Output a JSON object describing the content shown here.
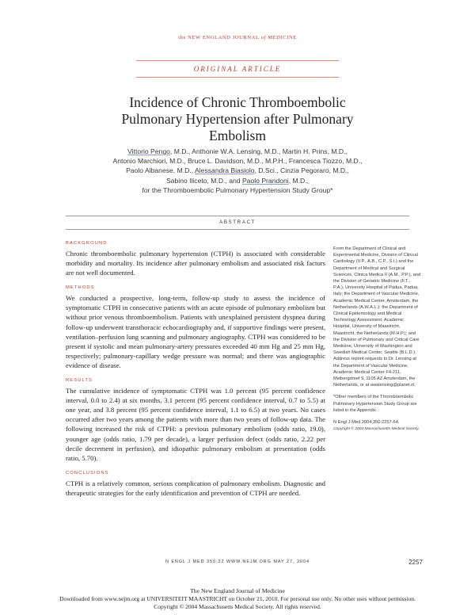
{
  "header": {
    "the": "the ",
    "journal_a": "NEW ENGLAND JOURNAL",
    "of": " of ",
    "journal_b": "MEDICINE"
  },
  "section_label": "ORIGINAL ARTICLE",
  "title": {
    "line1": "Incidence of Chronic Thromboembolic",
    "line2": "Pulmonary Hypertension after Pulmonary",
    "line3": "Embolism"
  },
  "authors": {
    "a1": "Vittorio Pengo",
    "a1_rest": ", M.D., Anthonie W.A. Lensing, M.D., Martin H. Prins, M.D.,",
    "line2": "Antonio Marchiori, M.D., Bruce L. Davidson, M.D., M.P.H., Francesca Tiozzo, M.D.,",
    "line3_pre": "Paolo Albanese, M.D., ",
    "a_biasiolo": "Alessandra Biasiolo",
    "line3_post": ", D.Sci., Cinzia Pegoraro, M.D.,",
    "line4_pre": "Sabino Iliceto, M.D., and ",
    "a_prandoni": "Paolo Prandoni",
    "line4_post": ", M.D.,",
    "line5": "for the Thromboembolic Pulmonary Hypertension Study Group*"
  },
  "abstract_label": "ABSTRACT",
  "abstract": {
    "background_head": "BACKGROUND",
    "background": "Chronic thromboembolic pulmonary hypertension (CTPH) is associated with considerable morbidity and mortality. Its incidence after pulmonary embolism and associated risk factors are not well documented.",
    "methods_head": "METHODS",
    "methods": "We conducted a prospective, long-term, follow-up study to assess the incidence of symptomatic CTPH in consecutive patients with an acute episode of pulmonary embolism but without prior venous thromboembolism. Patients with unexplained persistent dyspnea during follow-up underwent transthoracic echocardiography and, if supportive findings were present, ventilation–perfusion lung scanning and pulmonary angiography. CTPH was considered to be present if systolic and mean pulmonary-artery pressures exceeded 40 mm Hg and 25 mm Hg, respectively; pulmonary-capillary wedge pressure was normal; and there was angiographic evidence of disease.",
    "results_head": "RESULTS",
    "results": "The cumulative incidence of symptomatic CTPH was 1.0 percent (95 percent confidence interval, 0.0 to 2.4) at six months, 3.1 percent (95 percent confidence interval, 0.7 to 5.5) at one year, and 3.8 percent (95 percent confidence interval, 1.1 to 6.5) at two years. No cases occurred after two years among the patients with more than two years of follow-up data. The following increased the risk of CTPH: a previous pulmonary embolism (odds ratio, 19.0), younger age (odds ratio, 1.79 per decade), a larger perfusion defect (odds ratio, 2.22 per decile decrement in perfusion), and idiopathic pulmonary embolism at presentation (odds ratio, 5.70).",
    "conclusions_head": "CONCLUSIONS",
    "conclusions": "CTPH is a relatively common, serious complication of pulmonary embolism. Diagnostic and therapeutic strategies for the early identification and prevention of CTPH are needed."
  },
  "sidebar": {
    "affiliations": "From the Department of Clinical and Experimental Medicine, Division of Clinical Cardiology (V.P., A.B., C.P., S.I.) and the Department of Medical and Surgical Sciences, Clinica Medica II (A.M., P.P.), and the Division of Geriatric Medicine (F.T., P.A.), University Hospital of Padua, Padua, Italy; the Department of Vascular Medicine, Academic Medical Center, Amsterdam, the Netherlands (A.W.A.L.); the Department of Clinical Epidemiology and Medical Technology Assessment, Academic Hospital, University of Maastricht, Maastricht, the Netherlands (M.H.P.); and the Division of Pulmonary and Critical Care Medicine, University of Washington and Swedish Medical Center, Seattle (B.L.D.). Address reprint requests to Dr. Lensing at the Department of Vascular Medicine, Academic Medical Center F4-211, Meibergdreef 9, 1105 AZ Amsterdam, the Netherlands, or at awalensing@planet.nl.",
    "group_note": "*Other members of the Thromboembolic Pulmonary Hypertension Study Group are listed in the Appendix.",
    "citation": "N Engl J Med 2004;350:2257-64.",
    "copyright": "Copyright © 2004 Massachusetts Medical Society."
  },
  "footer": {
    "line": "N ENGL J MED 350;22    WWW.NEJM.ORG    MAY 27, 2004",
    "page_number": "2257"
  },
  "download": {
    "line1": "The New England Journal of Medicine",
    "line2": "Downloaded from www.nejm.org at UNIVERSITEIT MAASTRICHT on October 21, 2010. For personal use only. No other uses without permission.",
    "line3": "Copyright © 2004 Massachusetts Medical Society. All rights reserved."
  }
}
